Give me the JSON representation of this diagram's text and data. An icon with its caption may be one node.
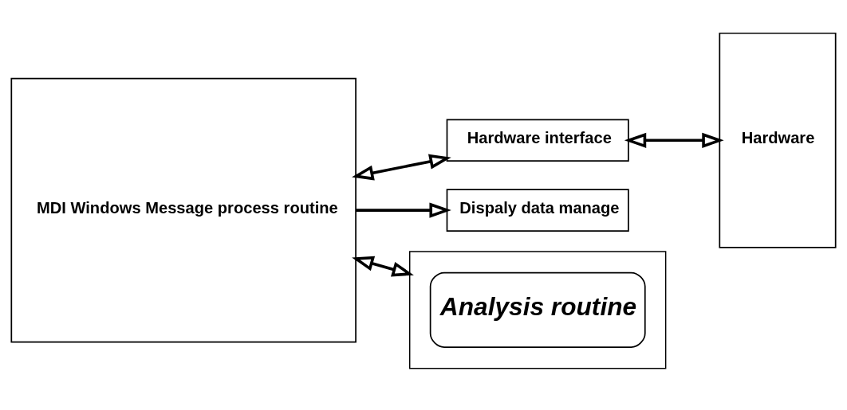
{
  "diagram": {
    "nodes": [
      {
        "text": [
          "MDI Windows Message process routine"
        ]
      },
      {
        "text": [
          "Hardware interface"
        ]
      },
      {
        "text": [
          "Dispaly data manage"
        ]
      },
      {
        "text": [
          "Hardware"
        ]
      },
      {
        "text": [],
        "shape": "box"
      },
      {
        "text": [
          "Analysis routine"
        ],
        "in": 4
      }
    ],
    "edges": [
      {
        "from": 0,
        "to": 1,
        "arrow": "both"
      },
      {
        "from": 1,
        "to": 3,
        "arrow": "both"
      },
      {
        "from": 0,
        "to": 2,
        "arrow": "to"
      },
      {
        "from": 0,
        "to": 4,
        "arrow": "both"
      }
    ]
  }
}
